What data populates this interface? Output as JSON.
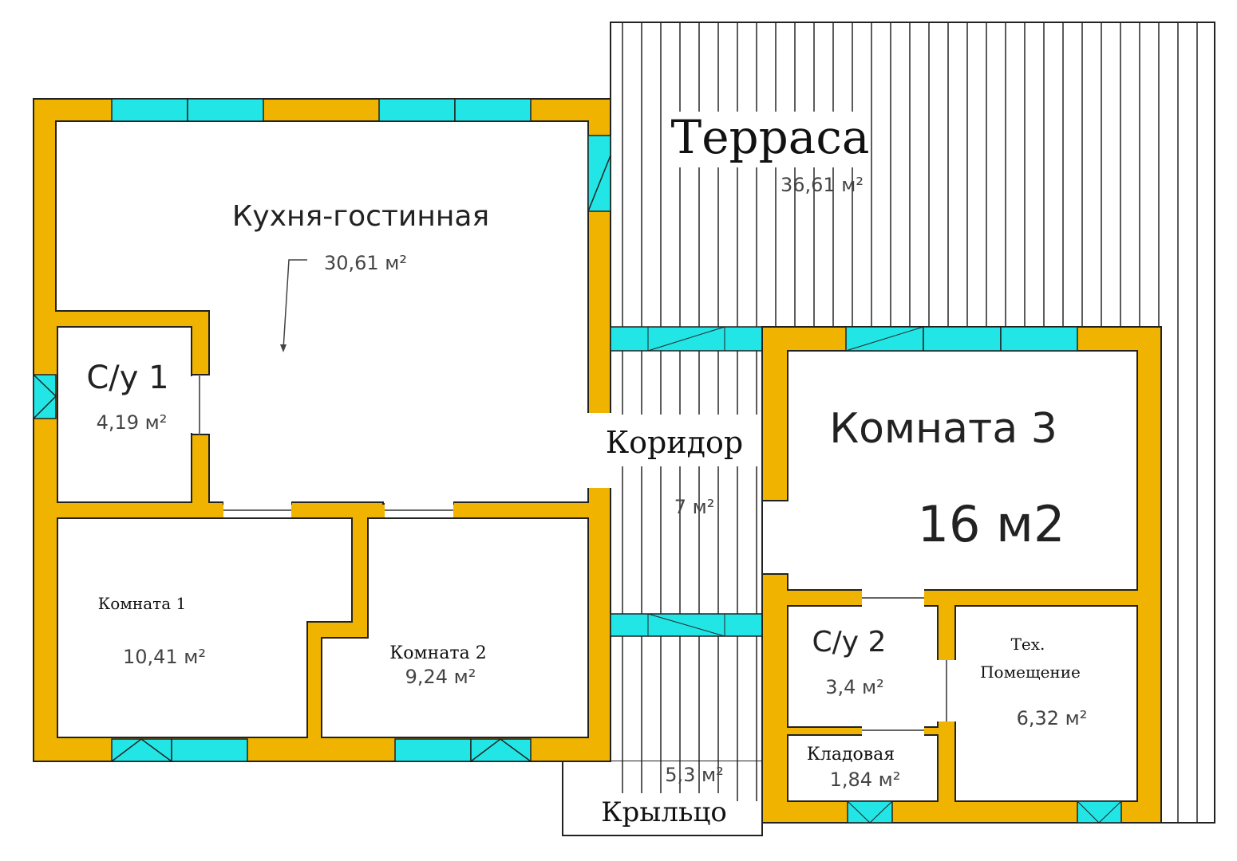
{
  "plan": {
    "colors": {
      "wall": "#F0B400",
      "window": "#22E5E5",
      "room": "#FFFFFF"
    },
    "rooms": {
      "terrace": {
        "name": "Терраса",
        "area": "36,61 м²"
      },
      "kitchen": {
        "name": "Кухня-гостинная",
        "area": "30,61 м²"
      },
      "bath1": {
        "name": "С/у 1",
        "area": "4,19 м²"
      },
      "room1": {
        "name": "Комната 1",
        "area": "10,41 м²"
      },
      "room2": {
        "name": "Комната 2",
        "area": "9,24 м²"
      },
      "corridor": {
        "name": "Коридор",
        "area": "7 м²"
      },
      "room3": {
        "name": "Комната 3",
        "area": "16 м2"
      },
      "bath2": {
        "name": "С/у 2",
        "area": "3,4 м²"
      },
      "tech_line1": {
        "name": "Тех."
      },
      "tech": {
        "name": "Помещение",
        "area": "6,32 м²"
      },
      "pantry": {
        "name": "Кладовая",
        "area": "1,84 м²"
      },
      "porch": {
        "name": "Крыльцо",
        "area": "5,3 м²"
      }
    }
  }
}
